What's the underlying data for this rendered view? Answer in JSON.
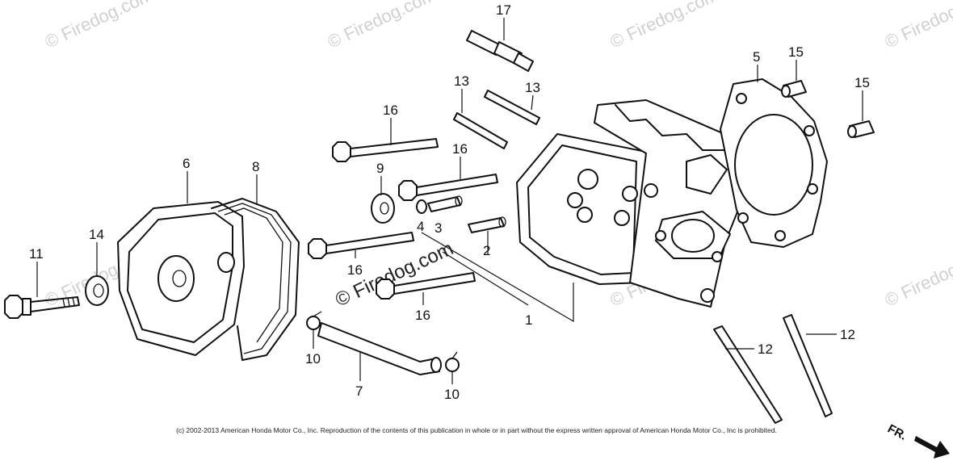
{
  "watermark": {
    "text": "© Firedog.com",
    "center_text": "© Firedog.com"
  },
  "callouts": [
    {
      "id": "p1",
      "label": "1"
    },
    {
      "id": "p2",
      "label": "2"
    },
    {
      "id": "p3",
      "label": "3"
    },
    {
      "id": "p4",
      "label": "4"
    },
    {
      "id": "p5",
      "label": "5"
    },
    {
      "id": "p6",
      "label": "6"
    },
    {
      "id": "p7",
      "label": "7"
    },
    {
      "id": "p8",
      "label": "8"
    },
    {
      "id": "p9",
      "label": "9"
    },
    {
      "id": "p10a",
      "label": "10"
    },
    {
      "id": "p10b",
      "label": "10"
    },
    {
      "id": "p11",
      "label": "11"
    },
    {
      "id": "p12a",
      "label": "12"
    },
    {
      "id": "p12b",
      "label": "12"
    },
    {
      "id": "p13a",
      "label": "13"
    },
    {
      "id": "p13b",
      "label": "13"
    },
    {
      "id": "p14",
      "label": "14"
    },
    {
      "id": "p15a",
      "label": "15"
    },
    {
      "id": "p15b",
      "label": "15"
    },
    {
      "id": "p16a",
      "label": "16"
    },
    {
      "id": "p16b",
      "label": "16"
    },
    {
      "id": "p16c",
      "label": "16"
    },
    {
      "id": "p16d",
      "label": "16"
    },
    {
      "id": "p17",
      "label": "17"
    }
  ],
  "direction_label": "FR.",
  "copyright": "(c) 2002-2013 American Honda Motor Co., Inc. Reproduction of the contents of this publication in whole or in part without the express written approval of American Honda Motor Co., Inc is prohibited."
}
